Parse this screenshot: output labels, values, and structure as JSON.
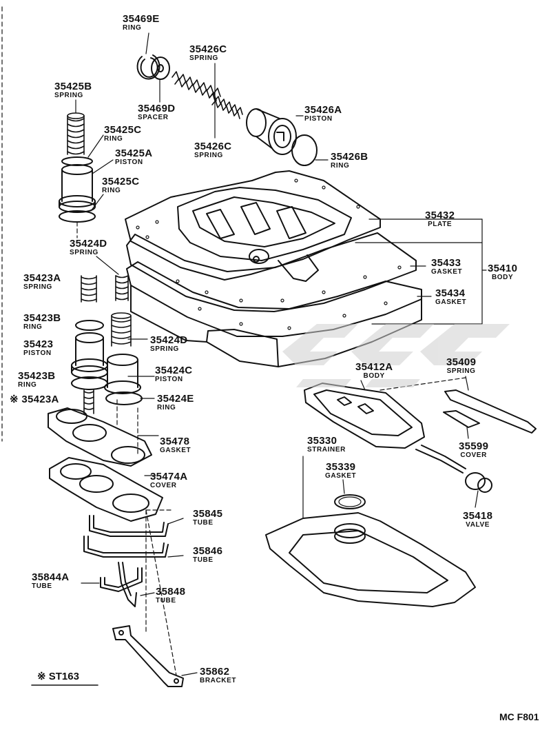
{
  "labels": {
    "p35469E": {
      "num": "35469E",
      "name": "RING"
    },
    "p35469D": {
      "num": "35469D",
      "name": "SPACER"
    },
    "p35426C_top": {
      "num": "35426C",
      "name": "SPRING"
    },
    "p35426C_bot": {
      "num": "35426C",
      "name": "SPRING"
    },
    "p35426A": {
      "num": "35426A",
      "name": "PISTON"
    },
    "p35426B": {
      "num": "35426B",
      "name": "RING"
    },
    "p35425B": {
      "num": "35425B",
      "name": "SPRING"
    },
    "p35425C_top": {
      "num": "35425C",
      "name": "RING"
    },
    "p35425A": {
      "num": "35425A",
      "name": "PISTON"
    },
    "p35425C_bot": {
      "num": "35425C",
      "name": "RING"
    },
    "p35424D_top": {
      "num": "35424D",
      "name": "SPRING"
    },
    "p35423A_top": {
      "num": "35423A",
      "name": "SPRING"
    },
    "p35423B_top": {
      "num": "35423B",
      "name": "RING"
    },
    "p35423": {
      "num": "35423",
      "name": "PISTON"
    },
    "p35424D_bot": {
      "num": "35424D",
      "name": "SPRING"
    },
    "p35423B_bot": {
      "num": "35423B",
      "name": "RING"
    },
    "p35424C": {
      "num": "35424C",
      "name": "PISTON"
    },
    "p35423A_bot": {
      "num": "※ 35423A",
      "name": ""
    },
    "p35424E": {
      "num": "35424E",
      "name": "RING"
    },
    "p35478": {
      "num": "35478",
      "name": "GASKET"
    },
    "p35474A": {
      "num": "35474A",
      "name": "COVER"
    },
    "p35845": {
      "num": "35845",
      "name": "TUBE"
    },
    "p35846": {
      "num": "35846",
      "name": "TUBE"
    },
    "p35844A": {
      "num": "35844A",
      "name": "TUBE"
    },
    "p35848": {
      "num": "35848",
      "name": "TUBE"
    },
    "p35862": {
      "num": "35862",
      "name": "BRACKET"
    },
    "p35432": {
      "num": "35432",
      "name": "PLATE"
    },
    "p35433": {
      "num": "35433",
      "name": "GASKET"
    },
    "p35410": {
      "num": "35410",
      "name": "BODY"
    },
    "p35434": {
      "num": "35434",
      "name": "GASKET"
    },
    "p35412A": {
      "num": "35412A",
      "name": "BODY"
    },
    "p35409": {
      "num": "35409",
      "name": "SPRING"
    },
    "p35599": {
      "num": "35599",
      "name": "COVER"
    },
    "p35330": {
      "num": "35330",
      "name": "STRAINER"
    },
    "p35339": {
      "num": "35339",
      "name": "GASKET"
    },
    "p35418": {
      "num": "35418",
      "name": "VALVE"
    }
  },
  "reference_note": "※ ST163",
  "figure_code": "MC F801"
}
